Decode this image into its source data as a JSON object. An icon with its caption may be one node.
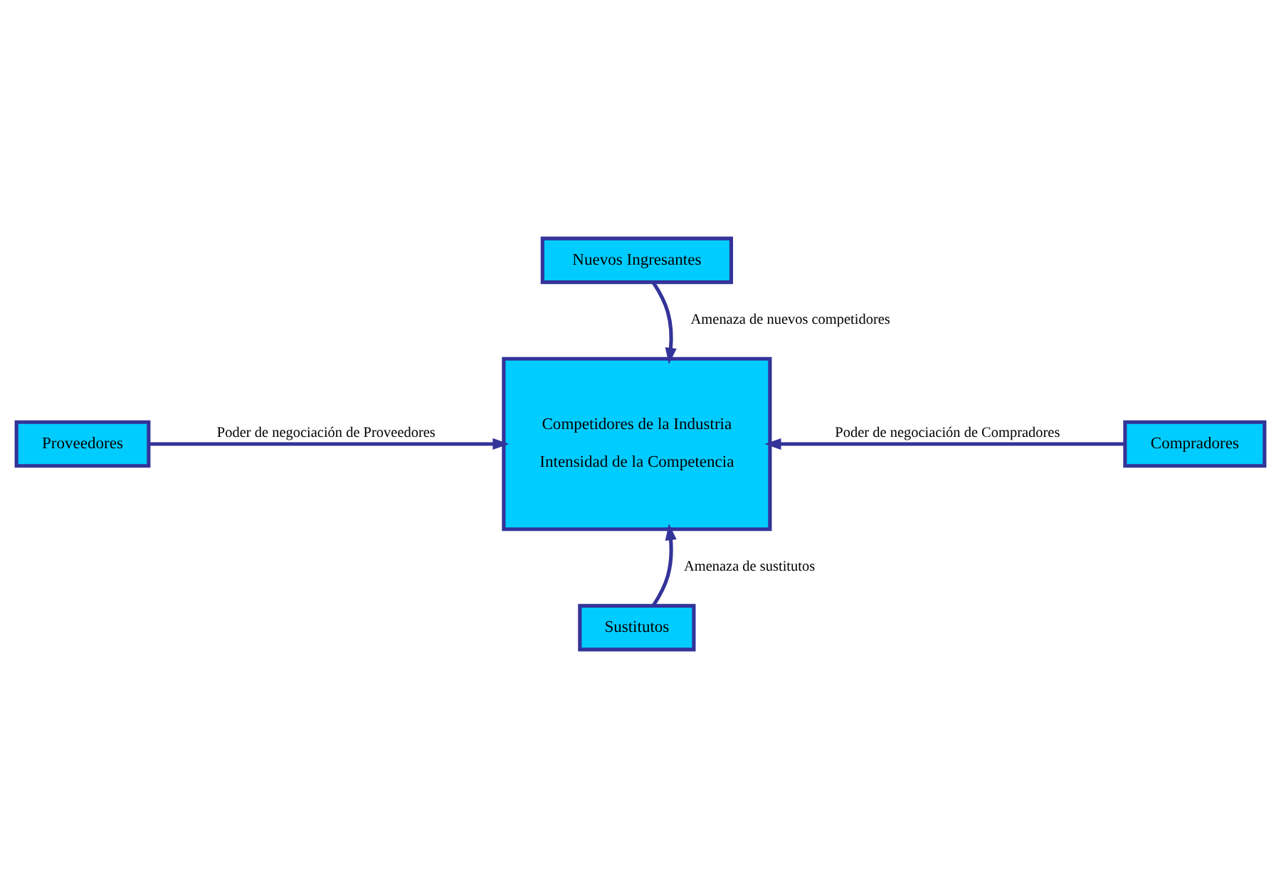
{
  "diagram": {
    "nodes": [
      {
        "text": [
          "Nuevos Ingresantes"
        ]
      },
      {
        "text": [
          "Proveedores"
        ]
      },
      {
        "text": [
          "Competidores de la Industria",
          "Intensidad de la Competencia"
        ]
      },
      {
        "text": [
          "Compradores"
        ]
      },
      {
        "text": [
          "Sustitutos"
        ]
      }
    ],
    "edges": [
      {
        "from": 0,
        "to": 2,
        "arrow": "to",
        "label": "Amenaza de nuevos competidores"
      },
      {
        "from": 1,
        "to": 2,
        "arrow": "to",
        "label": "Poder de negociación de Proveedores"
      },
      {
        "from": 3,
        "to": 2,
        "arrow": "to",
        "label": "Poder de negociación de Compradores"
      },
      {
        "from": 4,
        "to": 2,
        "arrow": "to",
        "label": "Amenaza de sustitutos"
      }
    ]
  }
}
